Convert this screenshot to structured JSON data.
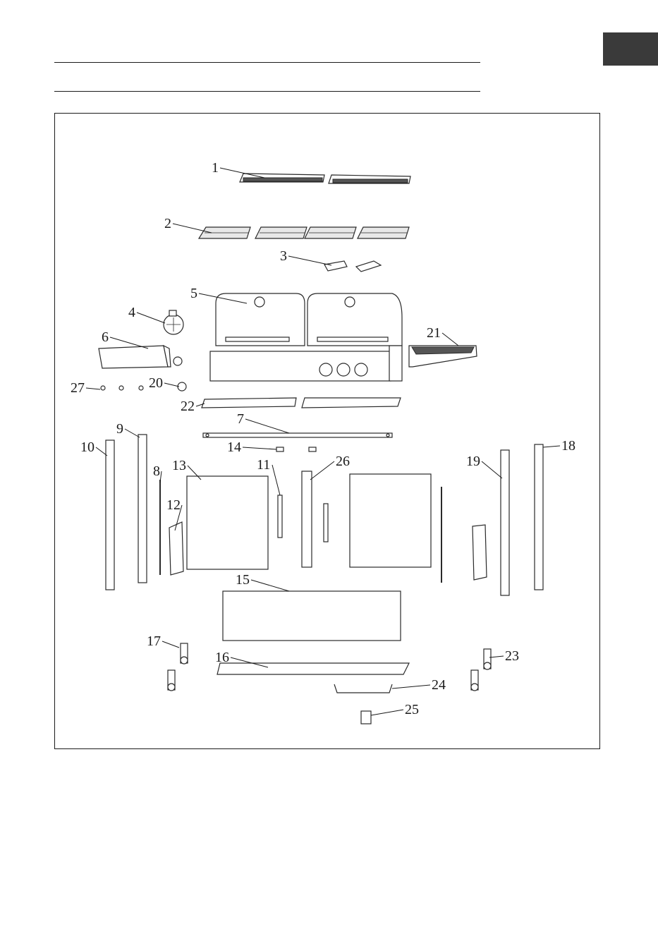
{
  "colors": {
    "ink": "#1a1a1a",
    "tab": "#3a3a3a"
  },
  "callouts": [
    {
      "id": "1",
      "label": "1"
    },
    {
      "id": "2",
      "label": "2"
    },
    {
      "id": "3",
      "label": "3"
    },
    {
      "id": "4",
      "label": "4"
    },
    {
      "id": "5",
      "label": "5"
    },
    {
      "id": "6",
      "label": "6"
    },
    {
      "id": "7",
      "label": "7"
    },
    {
      "id": "8",
      "label": "8"
    },
    {
      "id": "9",
      "label": "9"
    },
    {
      "id": "10",
      "label": "10"
    },
    {
      "id": "11",
      "label": "11"
    },
    {
      "id": "12",
      "label": "12"
    },
    {
      "id": "13",
      "label": "13"
    },
    {
      "id": "14",
      "label": "14"
    },
    {
      "id": "15",
      "label": "15"
    },
    {
      "id": "16",
      "label": "16"
    },
    {
      "id": "17",
      "label": "17"
    },
    {
      "id": "18",
      "label": "18"
    },
    {
      "id": "19",
      "label": "19"
    },
    {
      "id": "20",
      "label": "20"
    },
    {
      "id": "21",
      "label": "21"
    },
    {
      "id": "22",
      "label": "22"
    },
    {
      "id": "23",
      "label": "23"
    },
    {
      "id": "24",
      "label": "24"
    },
    {
      "id": "25",
      "label": "25"
    },
    {
      "id": "26",
      "label": "26"
    },
    {
      "id": "27",
      "label": "27"
    }
  ]
}
